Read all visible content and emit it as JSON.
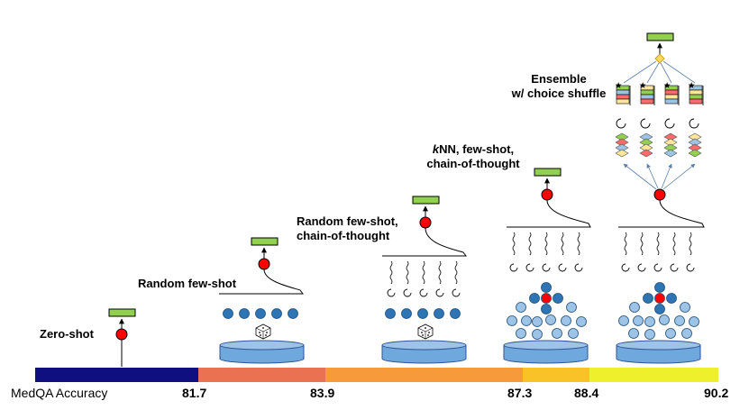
{
  "stages": [
    {
      "label": "Zero-shot"
    },
    {
      "label": "Random few-shot"
    },
    {
      "label_line1": "Random few-shot,",
      "label_line2": "chain-of-thought"
    },
    {
      "label_line1_italic": "k",
      "label_line1_rest": "NN, few-shot,",
      "label_line2": "chain-of-thought"
    },
    {
      "label_line1": "Ensemble",
      "label_line2": "w/ choice shuffle"
    }
  ],
  "accuracy_bar": {
    "title": "MedQA Accuracy",
    "ticks": [
      "81.7",
      "83.9",
      "87.3",
      "88.4",
      "90.2"
    ],
    "colors": [
      "#0f0f7f",
      "#ea7152",
      "#f79a39",
      "#f9c328",
      "#eef02c"
    ]
  },
  "colors": {
    "model_box": "#92d050",
    "answer_node": "#ff0000",
    "example_dot": "#2e75b6",
    "pool_dot": "#9dc3e6",
    "database": "#6fa8dc",
    "diamond": "#ffd966"
  }
}
